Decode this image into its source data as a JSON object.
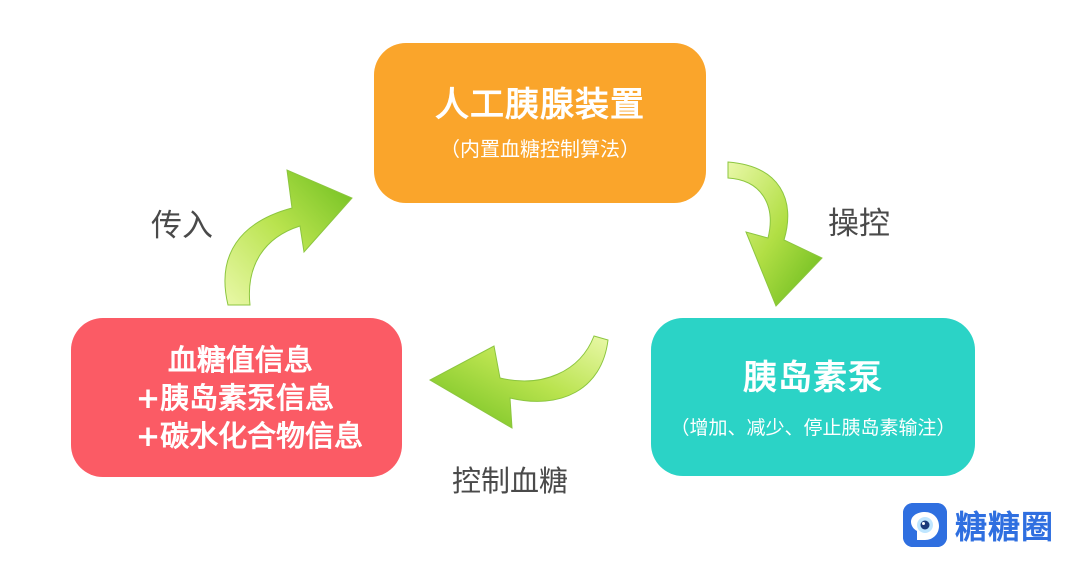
{
  "nodes": {
    "top": {
      "title": "人工胰腺装置",
      "subtitle": "（内置血糖控制算法）"
    },
    "right": {
      "title": "胰岛素泵",
      "subtitle": "（增加、减少、停止胰岛素输注）"
    },
    "left": {
      "lines": [
        "血糖值信息",
        "+胰岛素泵信息",
        "+碳水化合物信息"
      ]
    }
  },
  "edges": {
    "left_to_top": "传入",
    "top_to_right": "操控",
    "right_to_left": "控制血糖"
  },
  "logo": {
    "text": "糖糖圈"
  },
  "colors": {
    "top_box": "#FAA52B",
    "right_box": "#2BD3C6",
    "left_box": "#FB5B65",
    "arrow_light": "#D8F27A",
    "arrow_dark": "#6DBE1E",
    "logo": "#2F6FE0"
  }
}
